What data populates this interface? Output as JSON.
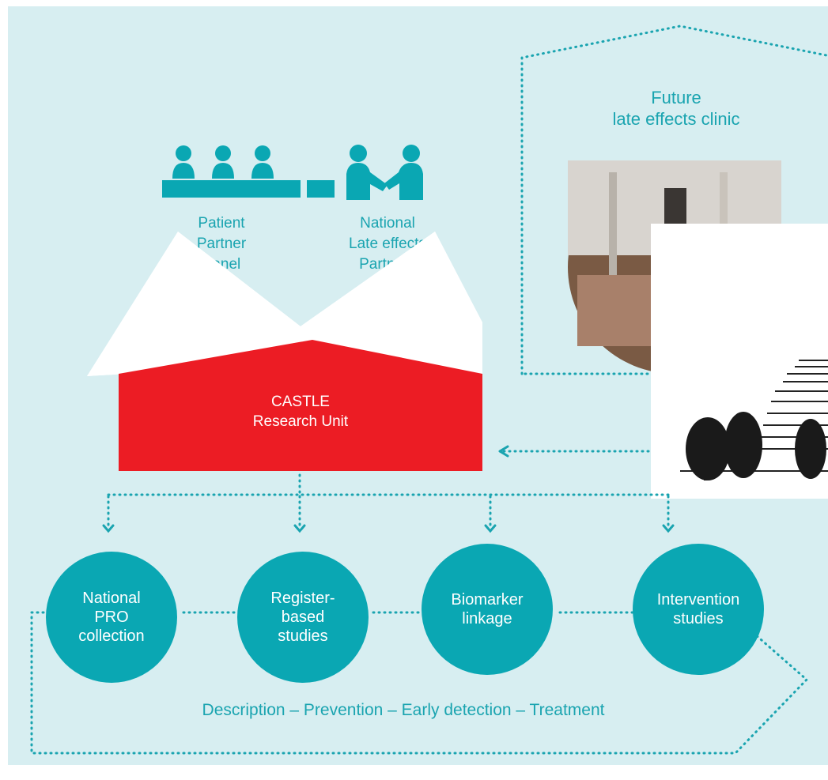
{
  "top_icons": {
    "patient_panel_label_lines": [
      "Patient",
      "Partner",
      "Panel"
    ],
    "national_partner_label_lines": [
      "National",
      "Late effects",
      "Partners"
    ]
  },
  "future_clinic": {
    "title_line1": "Future",
    "title_line2": "late effects clinic"
  },
  "castle": {
    "line1": "CASTLE",
    "line2": "Research Unit"
  },
  "studies": [
    {
      "label": "National\nPRO\ncollection"
    },
    {
      "label": "Register-\nbased\nstudies"
    },
    {
      "label": "Biomarker\nlinkage"
    },
    {
      "label": "Intervention\nstudies"
    }
  ],
  "footer_text": "Description – Prevention – Early detection – Treatment",
  "colors": {
    "background": "#d7eef1",
    "teal": "#0aa7b3",
    "text_teal": "#1aa4b0",
    "castle_red": "#ec1c24"
  }
}
